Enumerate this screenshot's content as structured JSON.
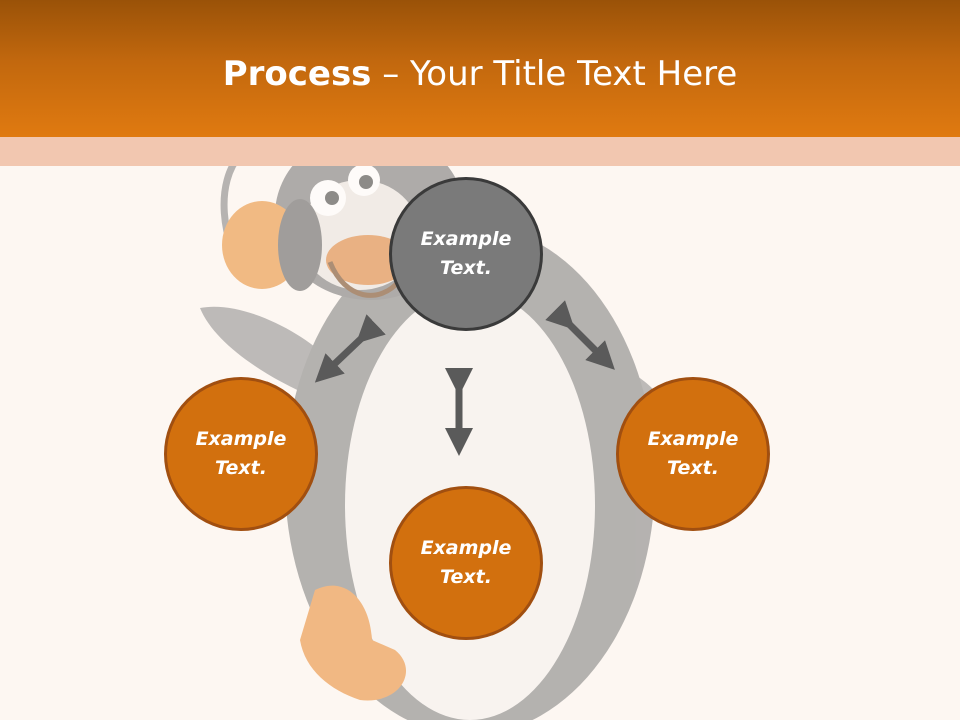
{
  "slide": {
    "title_bold": "Process",
    "title_rest": " – Your Title Text Here"
  },
  "nodes": {
    "top": "Example Text.",
    "left": "Example Text.",
    "bottom": "Example Text.",
    "right": "Example Text."
  },
  "colors": {
    "header_dark": "#9a5208",
    "header_light": "#e07a10",
    "band": "#f2c7b0",
    "background": "#fdf7f2",
    "node_orange": "#d2700e",
    "node_orange_border": "#a14f10",
    "node_gray": "#7a7a7a",
    "node_gray_border": "#3a3a3a",
    "arrow": "#5a5a5a"
  },
  "icons": {
    "background_art": "penguin-illustration",
    "connectors": "double-headed-arrow"
  }
}
